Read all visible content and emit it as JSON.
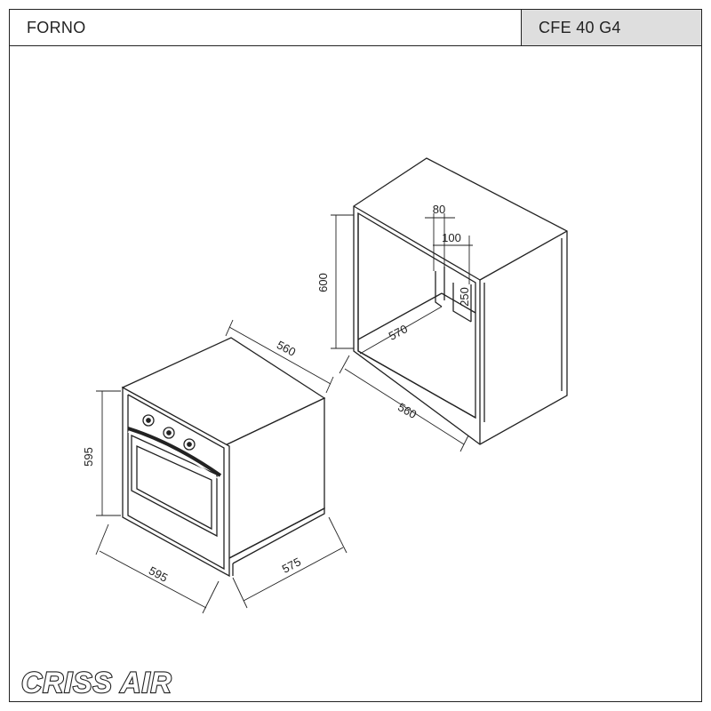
{
  "header": {
    "product_type": "FORNO",
    "model": "CFE 40 G4"
  },
  "oven_dimensions": {
    "height": "595",
    "width": "595",
    "depth_top": "560",
    "depth_body": "575"
  },
  "cabinet_dimensions": {
    "height": "600",
    "inner_depth": "570",
    "base_width": "560",
    "opening_80": "80",
    "opening_100": "100",
    "opening_250": "250"
  },
  "brand": {
    "logo_text": "CRISS AIR"
  },
  "colors": {
    "line": "#222222",
    "header_fill": "#dedede"
  }
}
